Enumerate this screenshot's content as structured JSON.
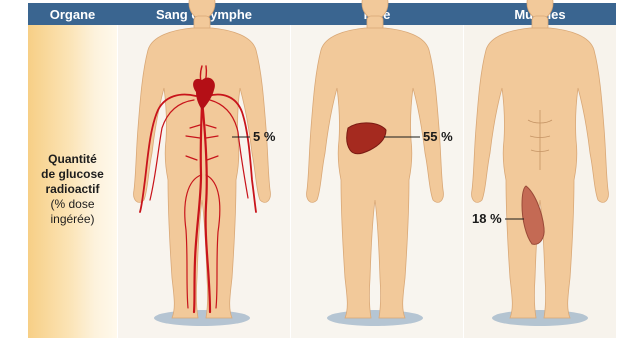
{
  "colors": {
    "header_bg": "#3a6590",
    "label_column": "#f7cf86",
    "panel_bg": "#f8f4ee",
    "skin": "#f2c99a",
    "blood": "#c8141b",
    "liver": "#a52a1f",
    "muscle": "#c46a54"
  },
  "header": {
    "organ": "Organe",
    "blood": "Sang et lymphe",
    "liver": "Foie",
    "muscles": "Muscles"
  },
  "row_label": {
    "line1": "Quantité",
    "line2": "de glucose",
    "line3": "radioactif",
    "line4": "(% dose",
    "line5": "ingérée)"
  },
  "values": {
    "blood": "5 %",
    "liver": "55 %",
    "muscles": "18 %"
  },
  "icons": [
    "human-figure-icon",
    "circulatory-system-icon",
    "liver-icon",
    "thigh-muscle-icon"
  ]
}
